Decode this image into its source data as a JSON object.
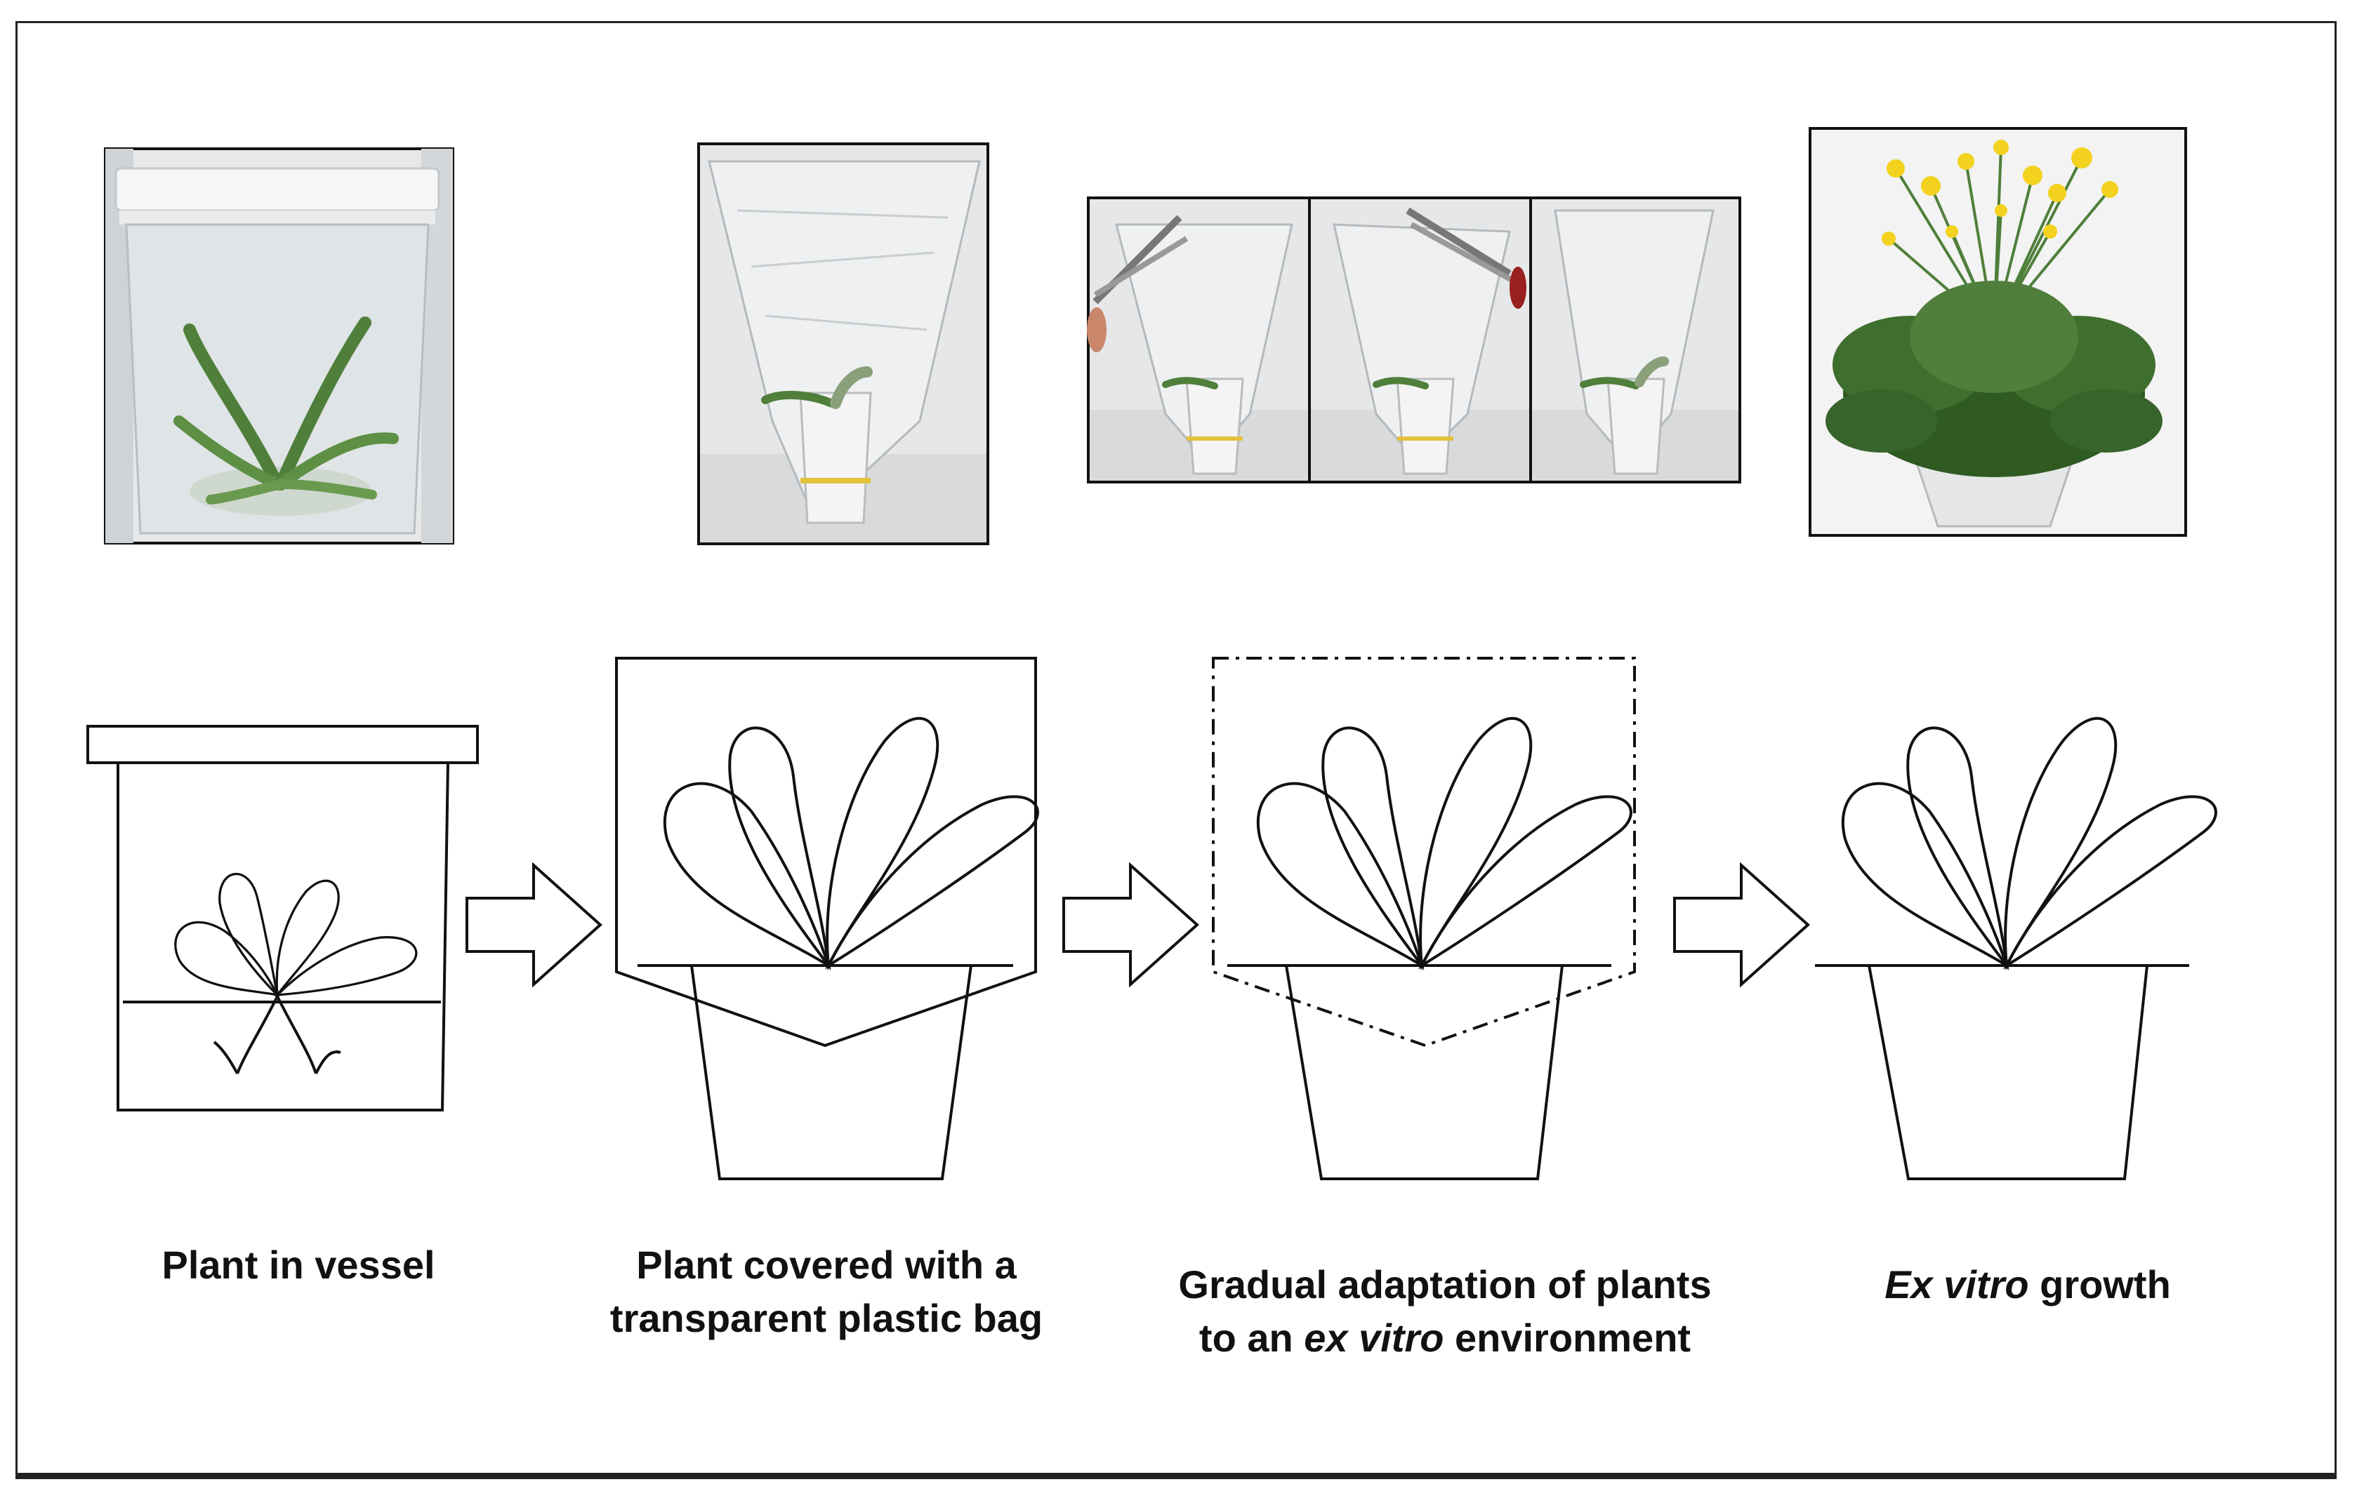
{
  "steps": [
    {
      "id": "plant-in-vessel",
      "caption_lines": [
        [
          {
            "text": "Plant in vessel",
            "italic": false
          }
        ]
      ]
    },
    {
      "id": "plant-covered",
      "caption_lines": [
        [
          {
            "text": "Plant covered with a",
            "italic": false
          }
        ],
        [
          {
            "text": "transparent plastic bag",
            "italic": false
          }
        ]
      ]
    },
    {
      "id": "gradual-adaptation",
      "caption_lines": [
        [
          {
            "text": "Gradual adaptation of plants",
            "italic": false
          }
        ],
        [
          {
            "text": "to an ",
            "italic": false
          },
          {
            "text": "ex vitro",
            "italic": true
          },
          {
            "text": " environment",
            "italic": false
          }
        ]
      ]
    },
    {
      "id": "ex-vitro-growth",
      "caption_lines": [
        [
          {
            "text": "Ex vitro",
            "italic": true
          },
          {
            "text": " growth",
            "italic": false
          }
        ]
      ]
    }
  ],
  "colors": {
    "line": "#111111",
    "frame": "#222222",
    "leaf_green": "#4f7f3a",
    "dark_leaf_green": "#2f5a22",
    "flower_yellow": "#f2d21e",
    "bag_grey": "#cfd2d4",
    "wall_grey": "#d9d9d9",
    "rubber_band": "#e2c23a",
    "scissors_red": "#9a1f1f"
  },
  "icons": [
    "right-arrow-icon",
    "scissors-icon"
  ]
}
